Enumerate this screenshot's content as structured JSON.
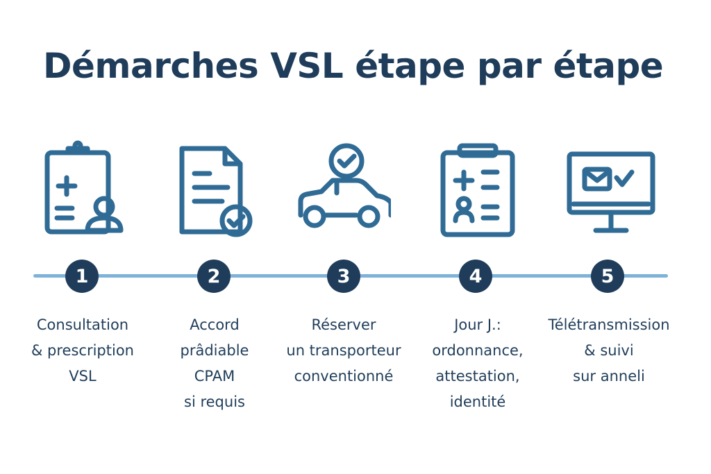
{
  "title": "Démarches VSL étape par étape",
  "colors": {
    "primary": "#1f3d5a",
    "icon": "#2f6b95",
    "timeline": "#7fb2d8",
    "background": "#ffffff"
  },
  "steps": [
    {
      "number": "1",
      "label": "Consultation\n& prescription\nVSL",
      "icon": "clipboard-prescription-icon"
    },
    {
      "number": "2",
      "label": "Accord\nprâdiable\nCPAM\nsi requis",
      "icon": "document-check-icon"
    },
    {
      "number": "3",
      "label": "Réserver\nun transporteur\nconventionné",
      "icon": "car-check-icon"
    },
    {
      "number": "4",
      "label": "Jour J.:\nordonnance,\nattestation,\nidentité",
      "icon": "clipboard-checklist-icon"
    },
    {
      "number": "5",
      "label": "Télétransmission\n& suivi\nsur anneli",
      "icon": "monitor-mail-icon"
    }
  ]
}
